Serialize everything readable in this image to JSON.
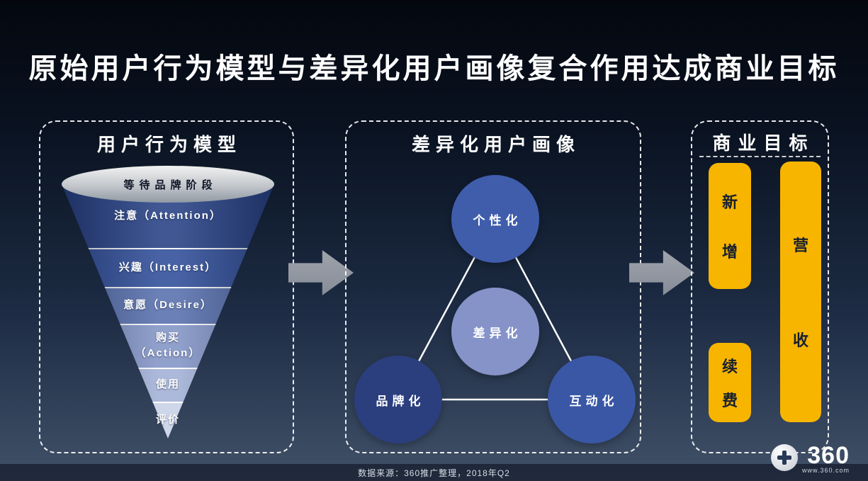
{
  "slide": {
    "title": "原始用户行为模型与差异化用户画像复合作用达成商业目标",
    "footer": {
      "source_text": "数据来源：360推广整理，2018年Q2"
    },
    "logo": {
      "brand": "360",
      "url": "www.360.com"
    }
  },
  "colors": {
    "accent_yellow": "#F7B500",
    "arrow_gray": "#8E959E",
    "funnel_cap_gray": "#C6CACF",
    "panel_border": "#FFFFFF"
  },
  "behavior_model": {
    "title": "用户行为模型",
    "funnel_cap_label": "等待品牌阶段",
    "stages": [
      {
        "label": "注意（Attention）",
        "sublabel": "",
        "color": "#2A4487"
      },
      {
        "label": "兴趣（Interest）",
        "sublabel": "",
        "color": "#33519B"
      },
      {
        "label": "意愿（Desire）",
        "sublabel": "",
        "color": "#5A72AE"
      },
      {
        "label": "购买",
        "sublabel": "（Action）",
        "color": "#8496C6"
      },
      {
        "label": "使用",
        "sublabel": "",
        "color": "#A3B1D6"
      },
      {
        "label": "评价",
        "sublabel": "",
        "color": "#C9D2E8"
      }
    ]
  },
  "portrait": {
    "title": "差异化用户画像",
    "nodes": [
      {
        "label": "个性化",
        "color": "#3F5DAB"
      },
      {
        "label": "差异化",
        "color": "#8593C9"
      },
      {
        "label": "品牌化",
        "color": "#2B3F7E"
      },
      {
        "label": "互动化",
        "color": "#3A57A5"
      }
    ]
  },
  "business_goals": {
    "title": "商业目标",
    "goals": [
      {
        "label": "新增",
        "color": "#F7B500"
      },
      {
        "label": "续费",
        "color": "#F7B500"
      },
      {
        "label": "营收",
        "color": "#F7B500"
      }
    ]
  }
}
